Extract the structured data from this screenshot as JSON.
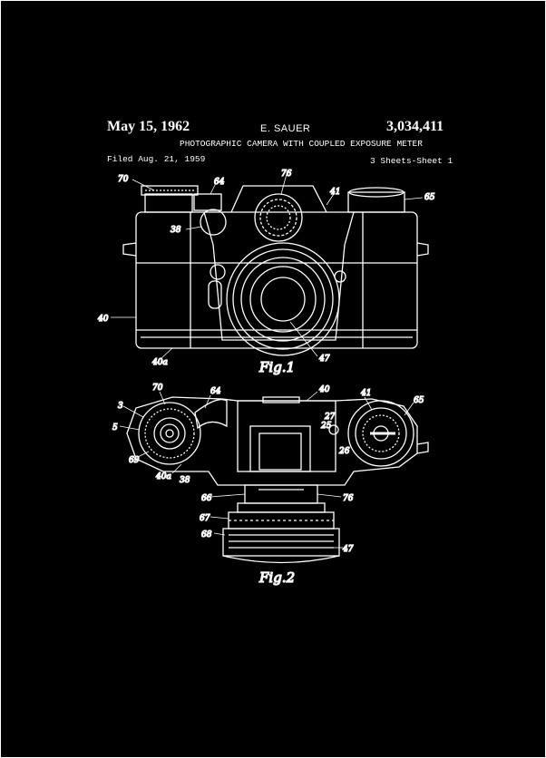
{
  "header": {
    "date": "May 15, 1962",
    "inventor": "E. SAUER",
    "patent_number": "3,034,411",
    "title": "PHOTOGRAPHIC CAMERA WITH COUPLED EXPOSURE METER",
    "filed": "Filed Aug. 21, 1959",
    "sheets": "3 Sheets-Sheet 1"
  },
  "figures": {
    "fig1": {
      "caption": "Fig.1",
      "refs": {
        "r70": "70",
        "r64": "64",
        "r76": "76",
        "r41": "41",
        "r65": "65",
        "r38": "38",
        "r40": "40",
        "r40a": "40a",
        "r47": "47"
      }
    },
    "fig2": {
      "caption": "Fig.2",
      "refs": {
        "r3": "3",
        "r70": "70",
        "r64": "64",
        "r40": "40",
        "r41": "41",
        "r65": "65",
        "r5": "5",
        "r27": "27",
        "r25": "25",
        "r26": "26",
        "r69": "69",
        "r40a": "40a",
        "r38": "38",
        "r66": "66",
        "r76": "76",
        "r67": "67",
        "r68": "68",
        "r47": "47"
      }
    }
  },
  "colors": {
    "background": "#000000",
    "ink": "#ffffff"
  }
}
